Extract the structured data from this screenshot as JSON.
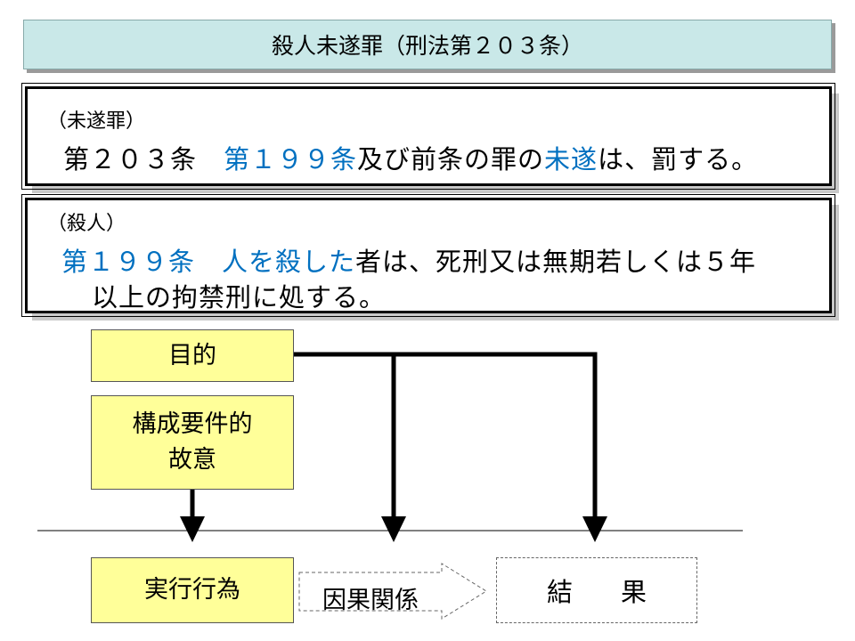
{
  "title": "殺人未遂罪（刑法第２０３条）",
  "article203": {
    "header": "（未遂罪）",
    "number": "第２０３条",
    "ref": "第１９９条",
    "text1": "及び前条の罪の",
    "ref2": "未遂",
    "text2": "は、罰する。"
  },
  "article199": {
    "header": "（殺人）",
    "number": "第１９９条",
    "highlight": "人を殺した",
    "text1": "者は、死刑又は無期若しくは５年",
    "text2": "以上の拘禁刑に処する。"
  },
  "diagram": {
    "purpose": "目的",
    "intent_line1": "構成要件的",
    "intent_line2": "故意",
    "act": "実行行為",
    "causation": "因果関係",
    "result_char1": "結",
    "result_char2": "果"
  }
}
